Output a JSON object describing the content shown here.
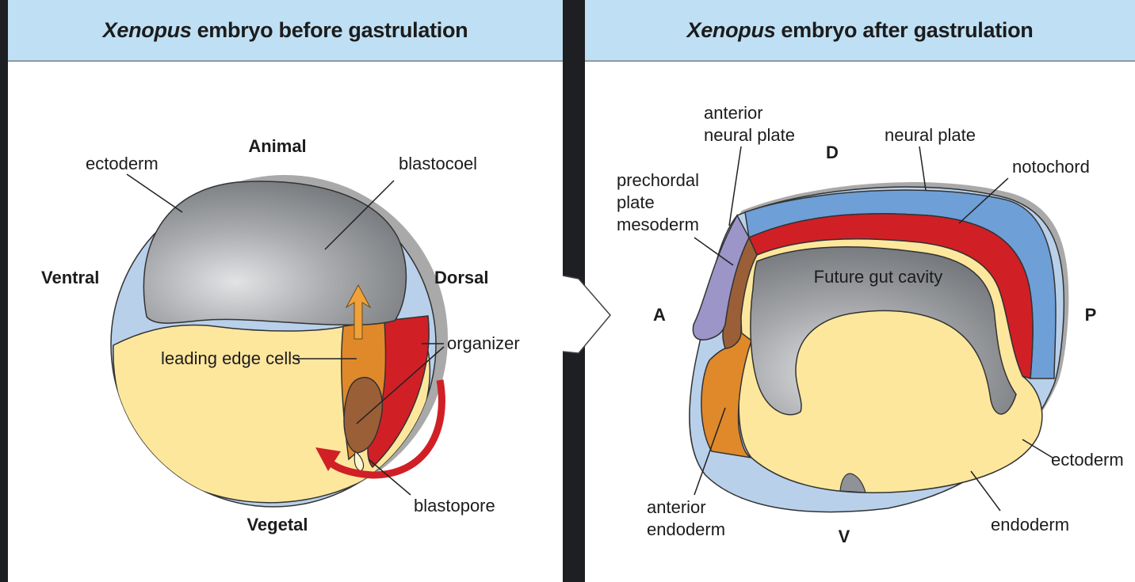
{
  "left_panel": {
    "title_italic": "Xenopus",
    "title_rest": "embryo before gastrulation",
    "labels": {
      "animal": "Animal",
      "vegetal": "Vegetal",
      "ventral": "Ventral",
      "dorsal": "Dorsal",
      "ectoderm": "ectoderm",
      "blastocoel": "blastocoel",
      "leading_edge": "leading edge cells",
      "organizer": "organizer",
      "blastopore": "blastopore"
    }
  },
  "right_panel": {
    "title_italic": "Xenopus",
    "title_rest": "embryo after gastrulation",
    "labels": {
      "anterior_np_1": "anterior",
      "anterior_np_2": "neural plate",
      "neural_plate": "neural plate",
      "notochord": "notochord",
      "d": "D",
      "v": "V",
      "a": "A",
      "p": "P",
      "prechordal_1": "prechordal",
      "prechordal_2": "plate",
      "prechordal_3": "mesoderm",
      "gut_cavity": "Future gut cavity",
      "ectoderm": "ectoderm",
      "endoderm": "endoderm",
      "anterior_endo_1": "anterior",
      "anterior_endo_2": "endoderm"
    }
  },
  "colors": {
    "header_bg": "#bfe0f4",
    "ectoderm": "#b9d0ea",
    "yolk": "#fde79d",
    "cavity": "#8f9296",
    "organizer_red": "#d11f26",
    "orange": "#e0892a",
    "brown": "#9a5f37",
    "neural_blue": "#6e9fd6",
    "purple": "#9b95c8",
    "shadow": "#a8a8a8"
  }
}
